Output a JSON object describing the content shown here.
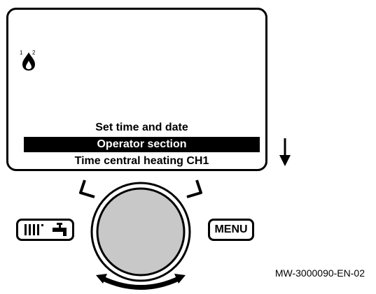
{
  "display": {
    "menu_items": [
      "Set time and date",
      "Operator section",
      "Time central heating CH1"
    ],
    "selected_index": 1,
    "status_icons": [
      "burner-flame-icon"
    ]
  },
  "controls": {
    "knob": {
      "icon": "rotary-dial-icon"
    },
    "heating_water_button": {
      "icons": [
        "radiator-icon",
        "tap-icon"
      ]
    },
    "menu_button_label": "MENU",
    "scroll_indicator_icon": "arrow-down-icon"
  },
  "caption": "MW-3000090-EN-02"
}
